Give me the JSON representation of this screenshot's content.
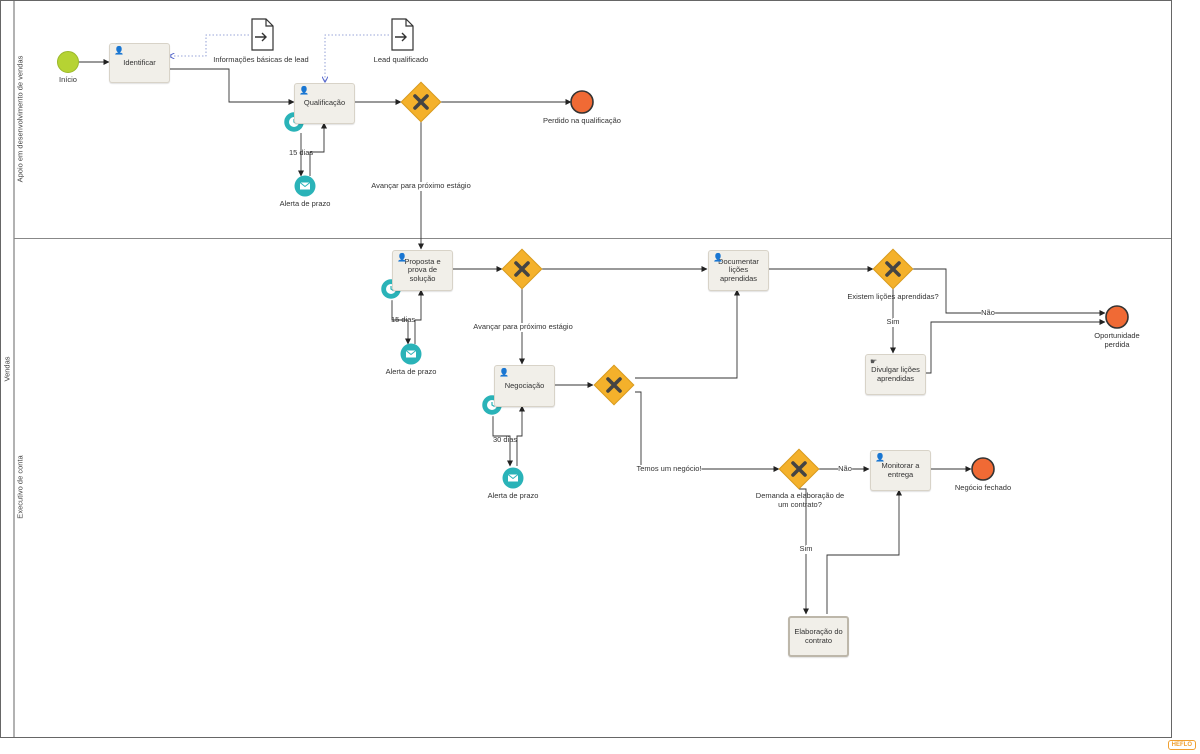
{
  "pool": {
    "title": "Vendas"
  },
  "lanes": [
    {
      "title": "Apoio em desenvolvimento de vendas"
    },
    {
      "title": "Executivo de conta"
    }
  ],
  "events": {
    "start": "Início",
    "lost_qualification": "Perdido na qualificação",
    "lost_opportunity": "Oportunidade perdida",
    "deal_closed": "Negócio fechado"
  },
  "tasks": {
    "identify": "Identificar",
    "qualify": "Qualificação",
    "proposal": "Proposta e prova de solução",
    "document_lessons": "Documentar lições aprendidas",
    "share_lessons": "Divulgar lições aprendidas",
    "negotiation": "Negociação",
    "monitor": "Monitorar a entrega",
    "contract": "Elaboração do contrato"
  },
  "data_objects": {
    "lead_info": "Informações básicas de lead",
    "qualified_lead": "Lead qualificado"
  },
  "timers": {
    "t1": "15 dias",
    "t2": "15 dias",
    "t3": "30 dias"
  },
  "alerts": {
    "a1": "Alerta de prazo",
    "a2": "Alerta de prazo",
    "a3": "Alerta de prazo"
  },
  "flow_labels": {
    "advance1": "Avançar para próximo estágio",
    "advance2": "Avançar para próximo estágio",
    "lessons_question": "Existem lições aprendidas?",
    "sim1": "Sim",
    "nao1": "Não",
    "deal_question": "Temos um negócio!",
    "contract_question": "Demanda a elaboração de um contrato?",
    "nao2": "Não",
    "sim2": "Sim"
  },
  "brand": "HEFLO",
  "colors": {
    "start": "#b6d333",
    "end": "#f06a35",
    "gateway": "#f4b12b",
    "boundary": "#2ab3b8",
    "task_fill": "#f1efe9",
    "task_border": "#d8d3c8"
  }
}
